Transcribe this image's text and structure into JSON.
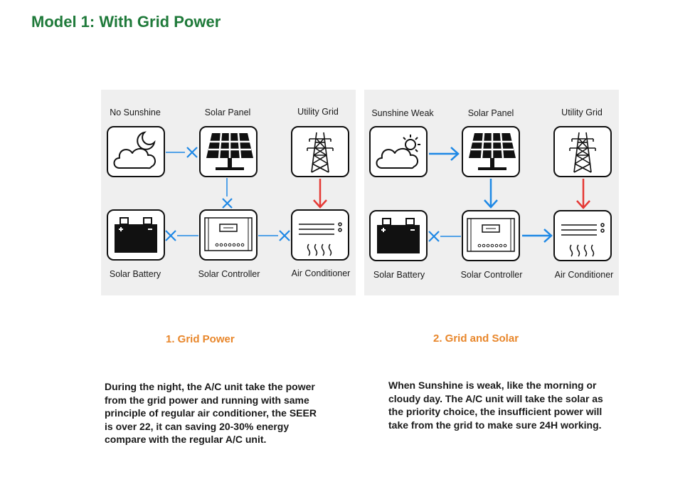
{
  "title": "Model 1: With Grid Power",
  "panels": [
    {
      "labels": {
        "top_left": "No Sunshine",
        "top_mid": "Solar Panel",
        "top_right": "Utility Grid",
        "bot_left": "Solar Battery",
        "bot_mid": "Solar Controller",
        "bot_right": "Air Conditioner"
      },
      "subtitle": "1.  Grid Power",
      "description": "During the night, the A/C unit take the power from the grid power and running with same principle of regular air conditioner, the SEER is over 22, it can saving 20-30% energy compare with the regular A/C unit."
    },
    {
      "labels": {
        "top_left": "Sunshine Weak",
        "top_mid": "Solar Panel",
        "top_right": "Utility Grid",
        "bot_left": "Solar Battery",
        "bot_mid": "Solar Controller",
        "bot_right": "Air Conditioner"
      },
      "subtitle": "2. Grid and Solar",
      "description": "When Sunshine is weak, like the morning or cloudy day. The A/C unit will take the solar as the priority choice, the insufficient power will take from the grid to make sure 24H working."
    }
  ],
  "colors": {
    "title": "#1f7a3a",
    "subtitle": "#e8862a",
    "blue": "#1e88e5",
    "red": "#e53935",
    "panel_bg": "#efefef"
  }
}
